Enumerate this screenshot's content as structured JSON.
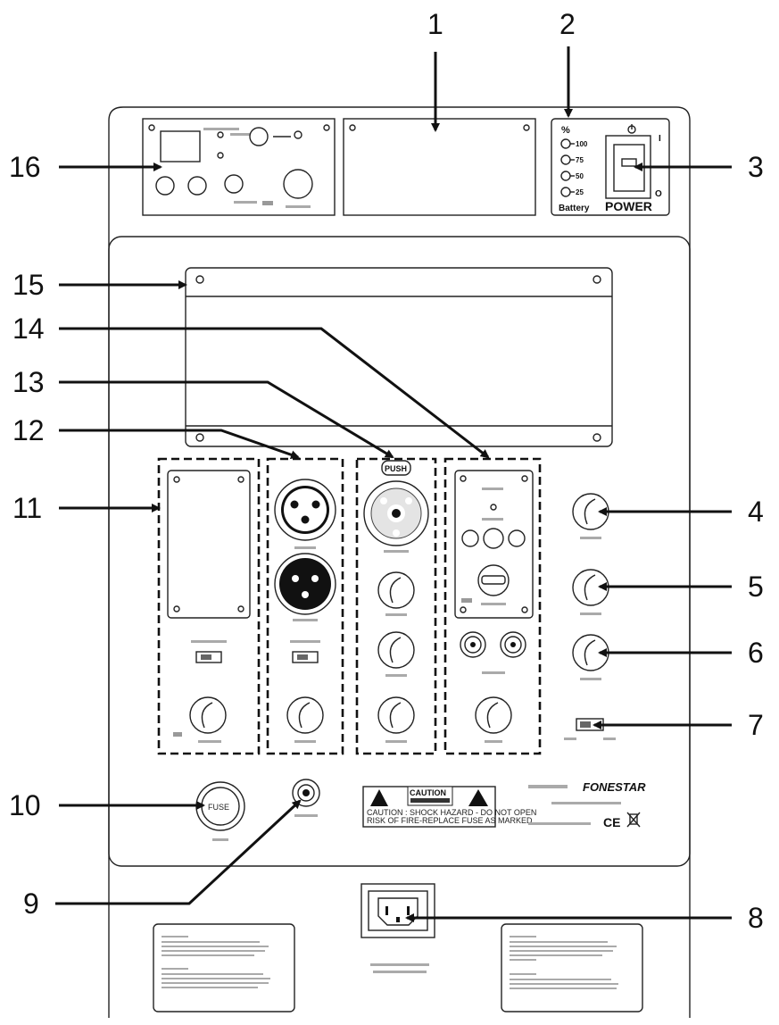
{
  "callouts": [
    "1",
    "2",
    "3",
    "4",
    "5",
    "6",
    "7",
    "8",
    "9",
    "10",
    "11",
    "12",
    "13",
    "14",
    "15",
    "16"
  ],
  "panel": {
    "battery_percent": "%",
    "battery_levels": [
      "100",
      "75",
      "50",
      "25"
    ],
    "battery_label": "Battery",
    "power_label": "POWER",
    "power_on": "I",
    "power_off": "O",
    "push_label": "PUSH",
    "fuse_label": "FUSE",
    "caution_label": "CAUTION",
    "caution_line1": "CAUTION : SHOCK HAZARD - DO NOT OPEN",
    "caution_line2": "RISK OF FIRE-REPLACE FUSE AS MARKED",
    "brand": "FONESTAR",
    "ce_mark": "CE"
  }
}
